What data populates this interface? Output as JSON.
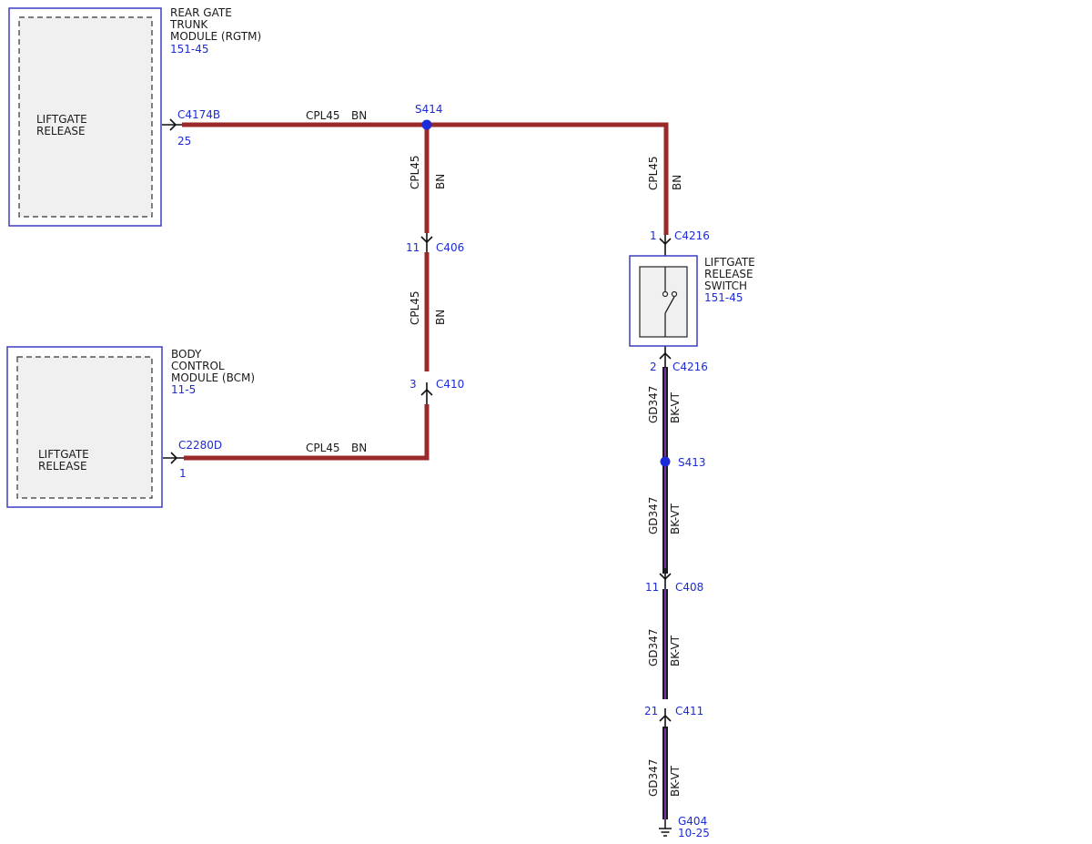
{
  "modules": {
    "rgtm": {
      "name_lines": [
        "REAR GATE",
        "TRUNK",
        "MODULE (RGTM)"
      ],
      "ref": "151-45",
      "function_lines": [
        "LIFTGATE",
        "RELEASE"
      ],
      "connector": "C4174B",
      "pin": "25"
    },
    "bcm": {
      "name_lines": [
        "BODY",
        "CONTROL",
        "MODULE (BCM)"
      ],
      "ref": "11-5",
      "function_lines": [
        "LIFTGATE",
        "RELEASE"
      ],
      "connector": "C2280D",
      "pin": "1"
    }
  },
  "switch": {
    "name_lines": [
      "LIFTGATE",
      "RELEASE",
      "SWITCH"
    ],
    "ref": "151-45",
    "top_connector": "C4216",
    "top_pin": "1",
    "bottom_connector": "C4216",
    "bottom_pin": "2"
  },
  "wires": {
    "circuit_bn": "CPL45",
    "color_bn": "BN",
    "circuit_gd": "GD347",
    "color_gd": "BK-VT"
  },
  "splices": {
    "s414": "S414",
    "s413": "S413"
  },
  "inline_connectors": {
    "c406": {
      "name": "C406",
      "pin": "11"
    },
    "c410": {
      "name": "C410",
      "pin": "3"
    },
    "c408": {
      "name": "C408",
      "pin": "11"
    },
    "c411": {
      "name": "C411",
      "pin": "21"
    }
  },
  "ground": {
    "name": "G404",
    "ref": "10-25"
  },
  "colors": {
    "wire_bn": "#9a2a2a",
    "wire_bk": "#1a1a1a",
    "wire_vt_stripe": "#7b2fa8",
    "reference_text": "#1c2bd6",
    "splice_dot": "#1c2bd6",
    "module_border": "#3a3fc0"
  }
}
